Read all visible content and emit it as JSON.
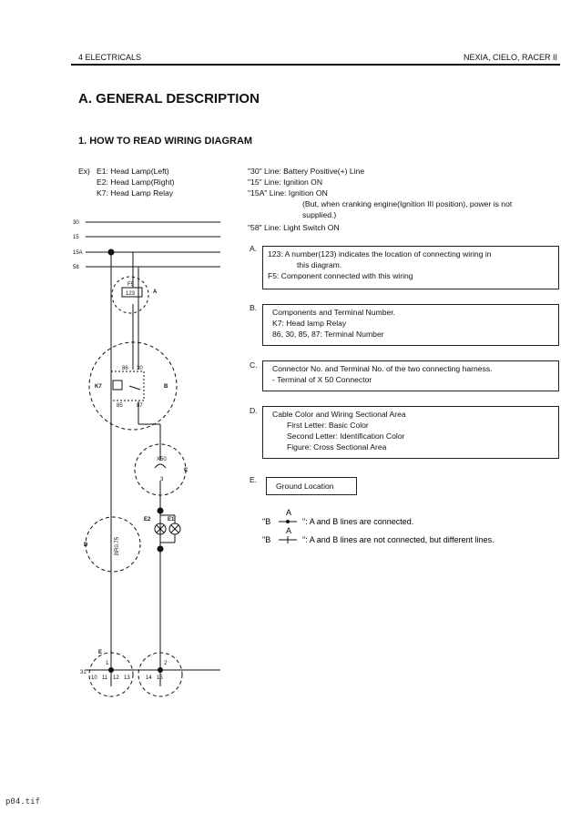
{
  "header": {
    "page": "4   ELECTRICALS",
    "models": "NEXIA, CIELO, RACER II"
  },
  "section_title": "A. GENERAL DESCRIPTION",
  "subsection_title": "1. HOW TO READ WIRING DIAGRAM",
  "example": {
    "prefix": "Ex)",
    "items": [
      "E1: Head Lamp(Left)",
      "E2: Head Lamp(Right)",
      "K7: Head Lamp Relay"
    ]
  },
  "lines_legend": [
    "\"30\" Line: Battery Positive(+) Line",
    "\"15\" Line: Ignition ON",
    "\"15A\" Line: Ignition ON",
    "(But, when cranking engine(Ignition III position), power is not",
    "supplied.)",
    "\"58\" Line: Light Switch ON"
  ],
  "boxes": {
    "a": {
      "label": "A.",
      "lines": [
        "123: A number(123) indicates the location of connecting wiring in",
        "this diagram.",
        "F5:  Component connected with this wiring"
      ]
    },
    "b": {
      "label": "B.",
      "lines": [
        "Components and Terminal Number.",
        "K7: Head lamp Relay",
        "86, 30, 85, 87: Terminal Number"
      ]
    },
    "c": {
      "label": "C.",
      "lines": [
        "Connector No. and Terminal No. of the two connecting harness.",
        "- Terminal of X 50 Connector"
      ]
    },
    "d": {
      "label": "D.",
      "lines": [
        "Cable Color and Wiring Sectional Area",
        "First Letter: Basic Color",
        "Second Letter: Identification Color",
        "Figure: Cross Sectional Area"
      ]
    },
    "e": {
      "label": "E.",
      "lines": [
        "Ground Location"
      ]
    }
  },
  "connection_notes": {
    "connected": "\": A and B lines are connected.",
    "not_connected": "\": A and B lines are not connected, but different lines.",
    "symbol_a": "A",
    "symbol_b": "\"B"
  },
  "diagram_labels": {
    "l30": "30",
    "l15": "15",
    "l15a": "15A",
    "l58": "58",
    "f5": "F5",
    "n123": "123",
    "callA": "A",
    "n86": "86",
    "n30": "30",
    "k7": "K7",
    "n85": "85",
    "n87": "87",
    "callB": "B",
    "x50": "X50",
    "n3": "3",
    "callC": "C",
    "e2": "E2",
    "e1": "E1",
    "callD": "D",
    "wire": "BR0.75",
    "callE": "E",
    "g31": "31",
    "g1": "1",
    "g2": "2",
    "g10": "10",
    "g11": "11",
    "g12": "12",
    "g13": "13",
    "g14": "14",
    "g15": "15"
  },
  "footer": "p04.tif"
}
